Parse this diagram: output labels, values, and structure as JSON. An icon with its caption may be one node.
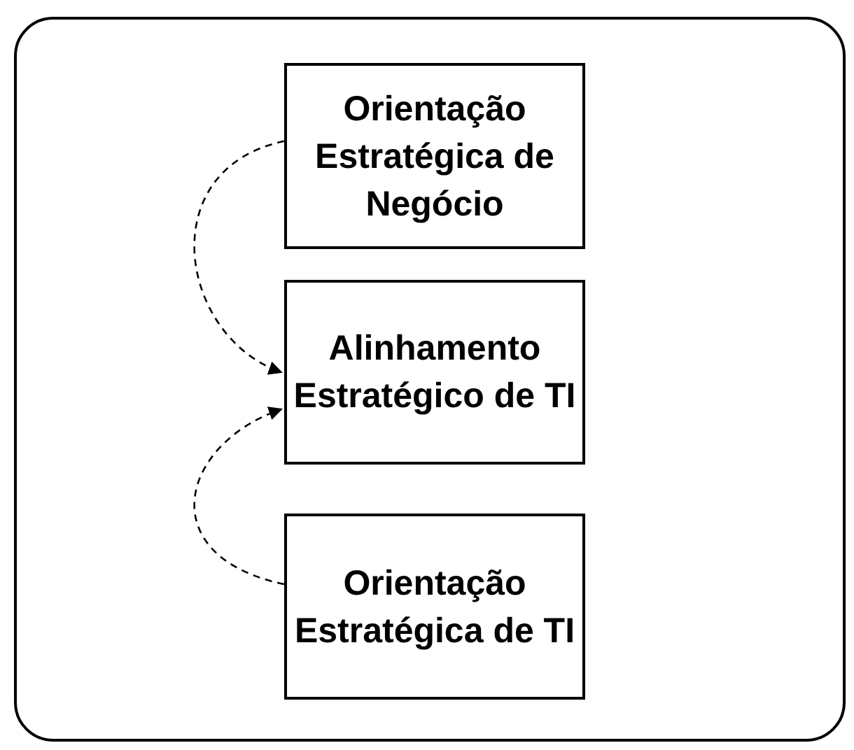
{
  "diagram": {
    "nodes": [
      {
        "text": [
          "Orientação Estratégica de Negócio"
        ]
      },
      {
        "text": [
          "Alinhamento Estratégico de TI"
        ]
      },
      {
        "text": [
          "Orientação Estratégica de TI"
        ]
      }
    ],
    "edges": [
      {
        "from": 0,
        "to": 1,
        "arrow": "to",
        "style": "dashed"
      },
      {
        "from": 2,
        "to": 1,
        "arrow": "to",
        "style": "dashed"
      }
    ]
  }
}
